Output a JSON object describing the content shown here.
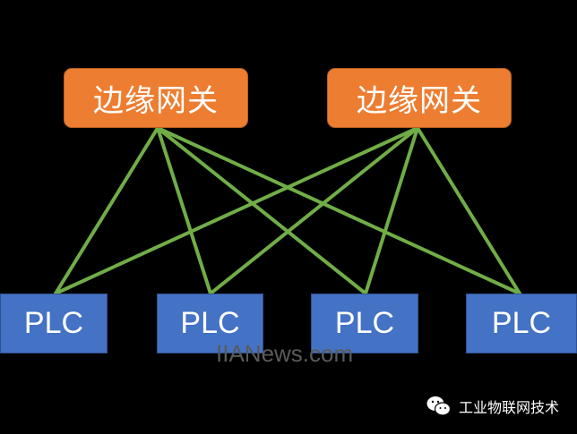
{
  "gateways": [
    {
      "label": "边缘网关"
    },
    {
      "label": "边缘网关"
    }
  ],
  "plcs": [
    {
      "label": "PLC"
    },
    {
      "label": "PLC"
    },
    {
      "label": "PLC"
    },
    {
      "label": "PLC"
    }
  ],
  "links": [
    [
      0,
      0
    ],
    [
      0,
      1
    ],
    [
      0,
      2
    ],
    [
      0,
      3
    ],
    [
      1,
      0
    ],
    [
      1,
      1
    ],
    [
      1,
      2
    ],
    [
      1,
      3
    ]
  ],
  "watermark": "IIANews.com",
  "brand": {
    "text": "工业物联网技术",
    "icon": "wechat-icon"
  },
  "colors": {
    "gateway": "#ED7D31",
    "plc": "#4472C4",
    "link": "#70AD47",
    "background": "#000000"
  }
}
